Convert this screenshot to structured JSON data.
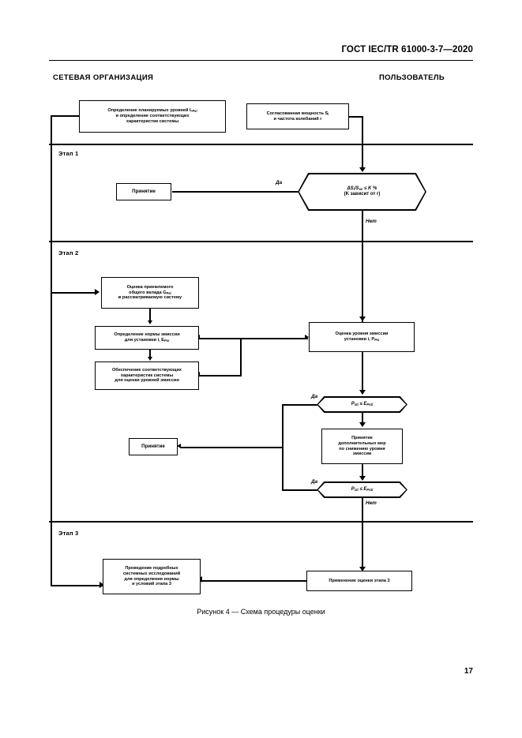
{
  "document": {
    "standard_header": "ГОСТ IEC/TR 61000-3-7—2020",
    "page_number": "17",
    "figure_caption": "Рисунок 4 — Схема процедуры оценки"
  },
  "columns": {
    "left_title": "СЕТЕВАЯ ОРГАНИЗАЦИЯ",
    "right_title": "ПОЛЬЗОВАТЕЛЬ"
  },
  "stages": [
    {
      "label": "Этап 1"
    },
    {
      "label": "Этап 2"
    },
    {
      "label": "Этап 3"
    }
  ],
  "branch_labels": {
    "yes": "Да",
    "no": "Нет"
  },
  "nodes": {
    "planned_levels": {
      "line1": "Определение планируемых уровней L",
      "line1_sub": "Psi",
      "line2": "и определение соответствующих",
      "line3": "характеристик системы"
    },
    "agreed_power": {
      "line1": "Согласованная мощность S",
      "line1_sub": "i",
      "line2": "и частота колебаний r"
    },
    "accept_stage1": {
      "label": "Принятие"
    },
    "decision_stage1": {
      "line1_a": "ΔS",
      "line1_sub_a": "i",
      "line1_b": "/S",
      "line1_sub_b": "sc",
      "line1_c": " ≤ K %",
      "line2": "(K зависит от r)"
    },
    "global_contribution": {
      "line1": "Оценка приемлемого",
      "line2": "общего вклада G",
      "line2_sub": "Psi",
      "line3": "в рассматриваемую систему"
    },
    "emission_limit": {
      "line1": "Определение нормы эмиссии",
      "line2": "для установки i, E",
      "line2_sub": "Psi"
    },
    "system_characteristics": {
      "line1": "Обеспечение соответствующих",
      "line2": "характеристик системы",
      "line3": "для оценки уровней эмиссии"
    },
    "emission_assessment": {
      "line1": "Оценка уровня эмиссии",
      "line2": "установки i, P",
      "line2_sub": "Psi"
    },
    "decision_emission_1": {
      "line1_a": "P",
      "line1_sub_a": "sti",
      "line1_b": " ≤ E",
      "line1_sub_b": "Psti"
    },
    "accept_stage2": {
      "label": "Принятие"
    },
    "mitigation_measures": {
      "line1": "Принятие",
      "line2": "дополнительных мер",
      "line3": "по снижению уровня",
      "line4": "эмиссии"
    },
    "decision_emission_2": {
      "line1_a": "P",
      "line1_sub_a": "sti",
      "line1_b": " ≤ E",
      "line1_sub_b": "Psti"
    },
    "detailed_studies": {
      "line1": "Проведение подробных",
      "line2": "системных исследований",
      "line3": "для определения нормы",
      "line4": "и условий этапа 3"
    },
    "apply_stage3": {
      "label": "Применение оценки этапа 3"
    }
  },
  "colors": {
    "ink": "#000000",
    "paper": "#ffffff"
  }
}
